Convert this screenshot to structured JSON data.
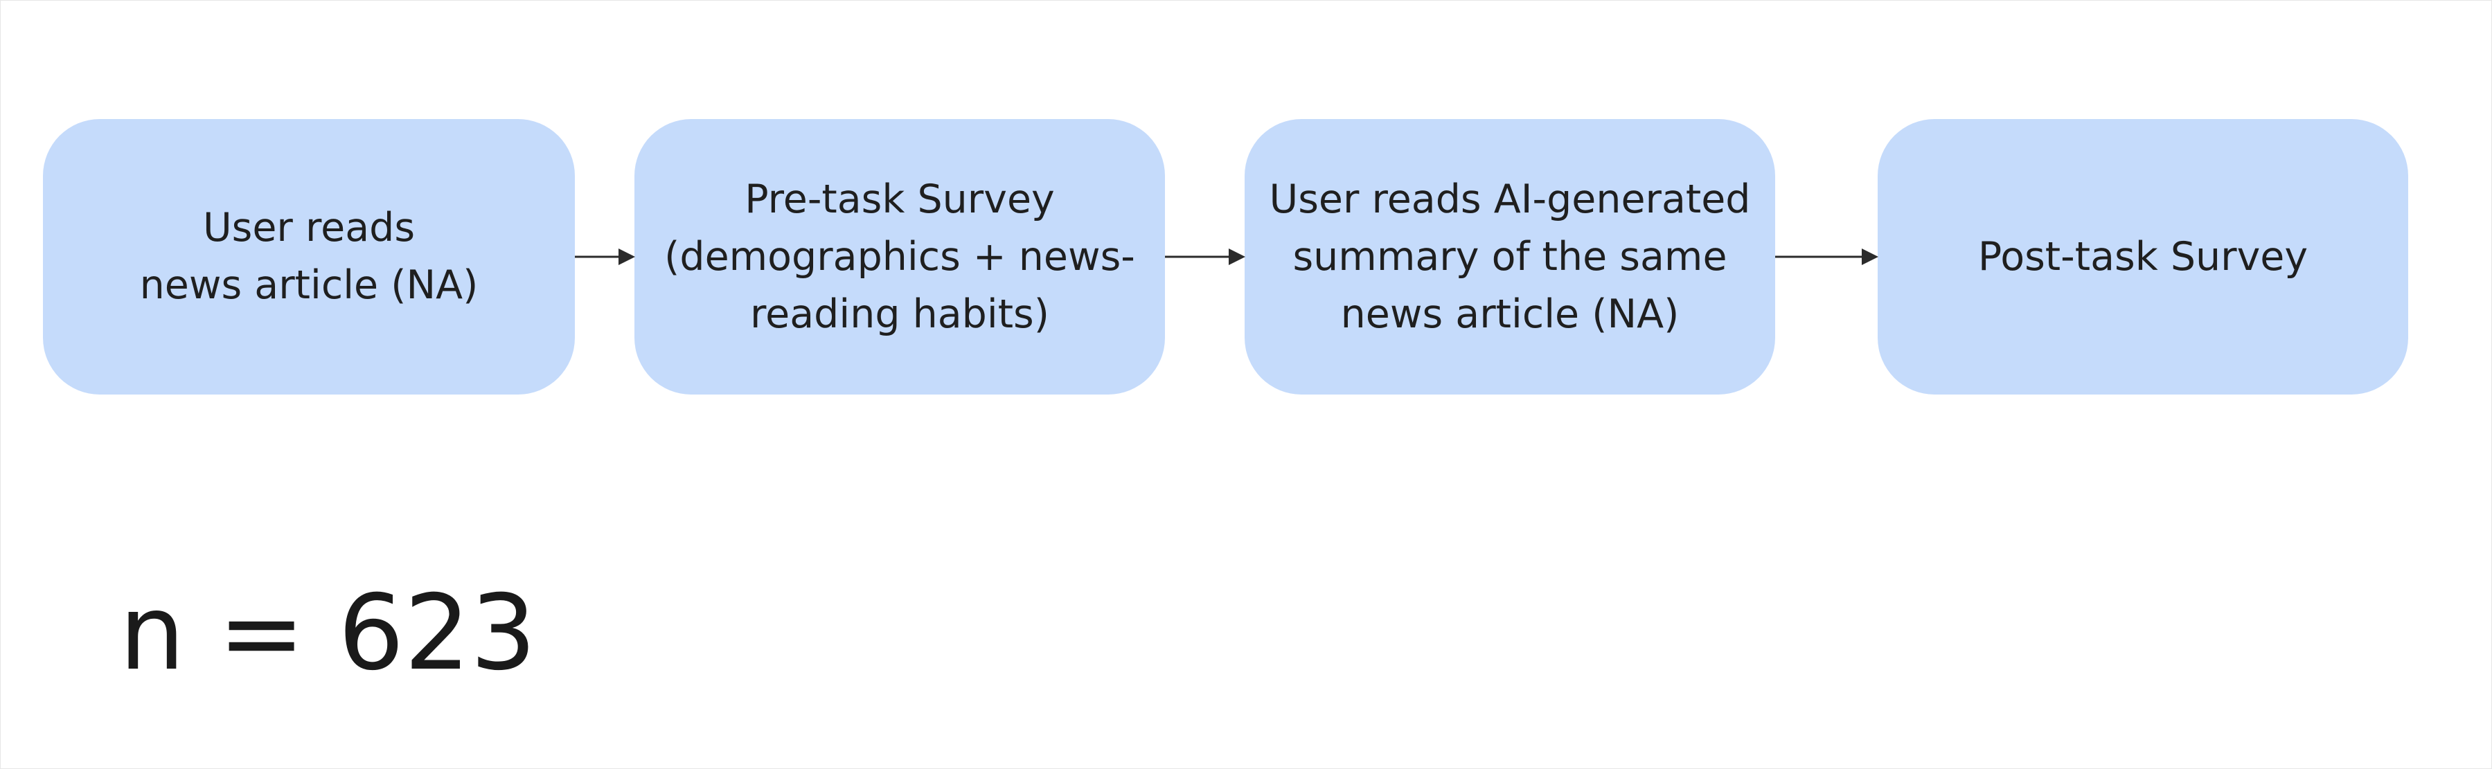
{
  "flow": {
    "steps": [
      {
        "label": "User reads\nnews article (NA)"
      },
      {
        "label": "Pre-task Survey\n(demographics + news-\nreading habits)"
      },
      {
        "label": "User reads AI-generated\nsummary of the same\nnews article (NA)"
      },
      {
        "label": "Post-task Survey"
      }
    ]
  },
  "sample_size": "n = 623",
  "colors": {
    "box_fill": "#c5dbfb",
    "text": "#1f1f1f",
    "arrow": "#2b2b2b"
  }
}
